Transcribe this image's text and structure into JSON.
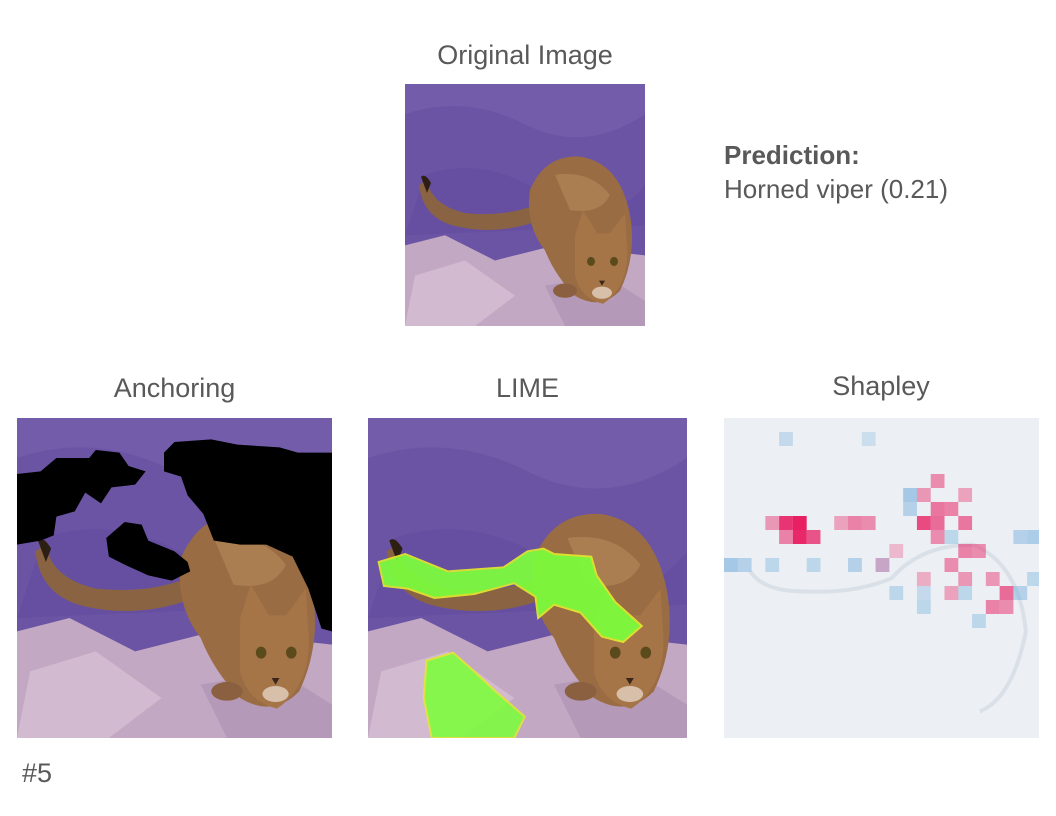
{
  "original": {
    "title": "Original Image"
  },
  "prediction": {
    "label": "Prediction:",
    "value": "Horned viper (0.21)"
  },
  "panels": {
    "anchoring": {
      "title": "Anchoring"
    },
    "lime": {
      "title": "LIME"
    },
    "shapley": {
      "title": "Shapley"
    }
  },
  "page_number": "#5",
  "colors": {
    "backdrop_purple": "#6e55a6",
    "cloth_lavender": "#c4a9c2",
    "cat_brown": "#9c6f44",
    "mask_black": "#000000",
    "lime_green": "#7cff3c",
    "shap_positive": "#e8135a",
    "shap_negative": "#4d9ad8"
  }
}
